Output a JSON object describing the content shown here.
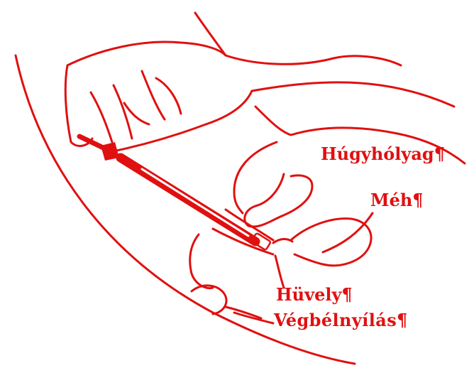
{
  "colors": {
    "line": "#e01010",
    "background": "#ffffff"
  },
  "labels": {
    "bladder": "Húgyhólyag¶",
    "uterus": "Méh¶",
    "vagina": "Hüvely¶",
    "anus": "Végbélnyílás¶"
  }
}
